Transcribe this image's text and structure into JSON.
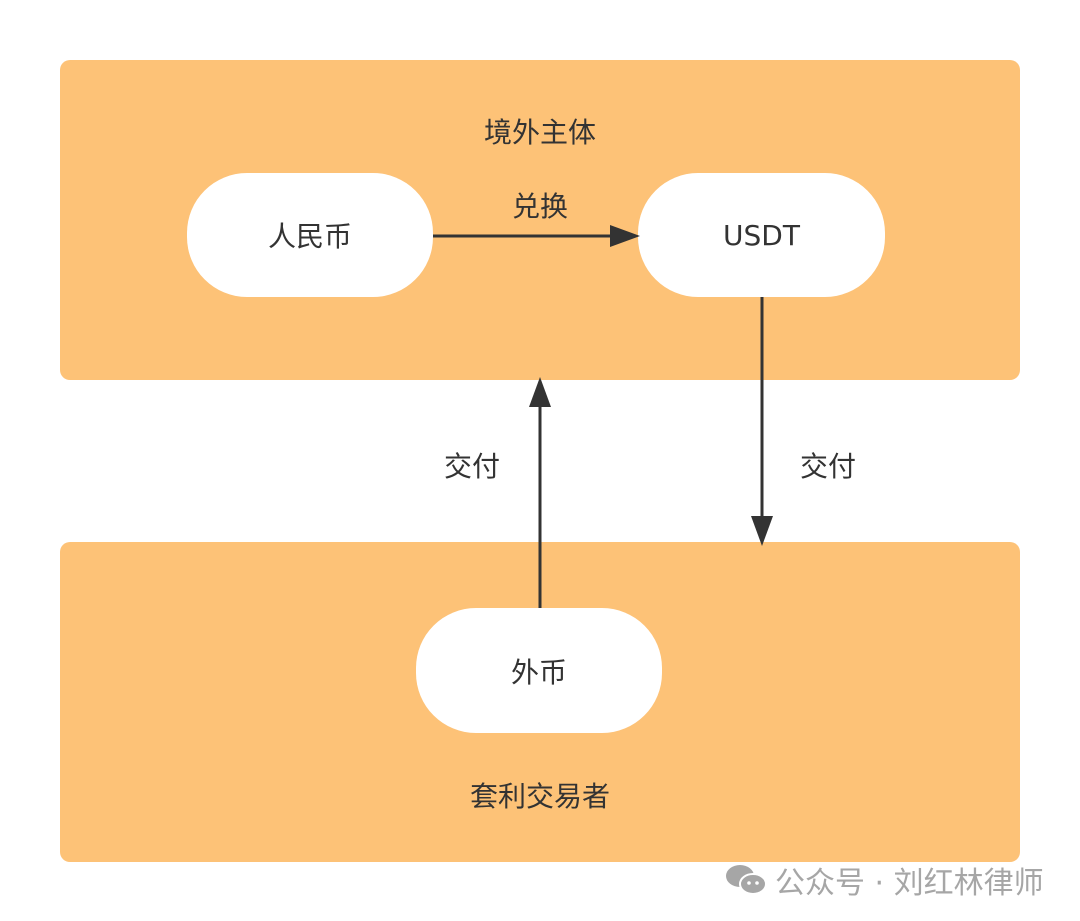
{
  "groups": {
    "top": {
      "title": "境外主体"
    },
    "bottom": {
      "title": "套利交易者"
    }
  },
  "nodes": {
    "rmb": "人民币",
    "usdt": "USDT",
    "foreign": "外币"
  },
  "edges": {
    "exchange": "兑换",
    "deliver_left": "交付",
    "deliver_right": "交付"
  },
  "watermark": {
    "text": "公众号 · 刘红林律师",
    "icon": "wechat-icon"
  },
  "colors": {
    "group_fill": "#fdc277",
    "arrow": "#333333"
  }
}
